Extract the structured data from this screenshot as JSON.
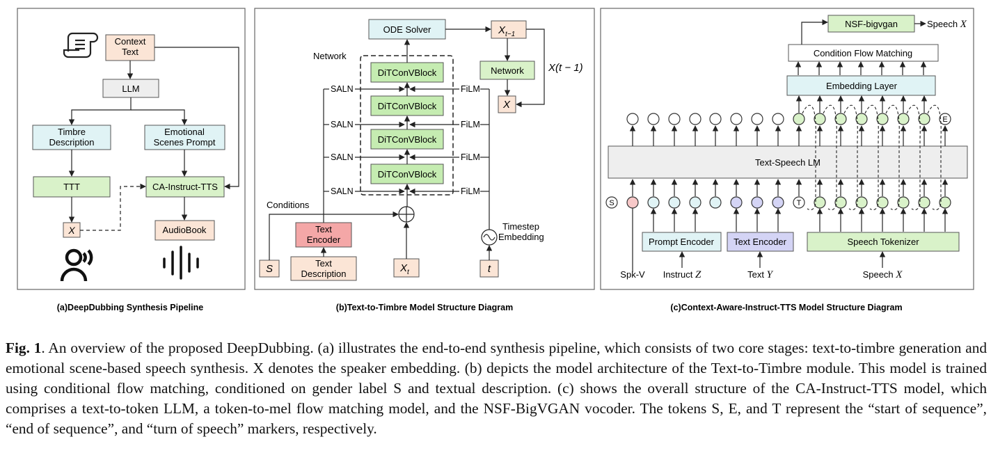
{
  "panel_a": {
    "caption": "(a)DeepDubbing Synthesis Pipeline",
    "context_text": "Context Text",
    "llm": "LLM",
    "timbre_description": "Timbre Description",
    "emotional_scenes_prompt": "Emotional Scenes Prompt",
    "ttt": "TTT",
    "ca_instruct_tts": "CA-Instruct-TTS",
    "x_label": "X",
    "audiobook": "AudioBook"
  },
  "panel_b": {
    "caption": "(b)Text-to-Timbre Model Structure Diagram",
    "ode_solver": "ODE Solver",
    "x_t_minus_1": "X",
    "x_t_minus_1_sub": "t−1",
    "network_label": "Network",
    "network_box": "Network",
    "x_box": "X",
    "x_t_minus_1_right": "X(t − 1)",
    "block_label": "DiTConVBlock",
    "saln": "SALN",
    "film": "FiLM",
    "conditions": "Conditions",
    "text_encoder": "Text Encoder",
    "timestep_embedding": "Timestep Embedding",
    "s_box": "S",
    "text_description": "Text Description",
    "xt_box": "X",
    "xt_sub": "t",
    "t_box": "t"
  },
  "panel_c": {
    "caption": "(c)Context-Aware-Instruct-TTS Model Structure Diagram",
    "nsf_bigvgan": "NSF-bigvgan",
    "speech_x_out": "Speech X",
    "condition_flow_matching": "Condition Flow Matching",
    "embedding_layer": "Embedding Layer",
    "text_speech_lm": "Text-Speech LM",
    "token_s": "S",
    "token_t": "T",
    "token_e": "E",
    "prompt_encoder": "Prompt Encoder",
    "text_encoder": "Text Encoder",
    "speech_tokenizer": "Speech Tokenizer",
    "spk_v": "Spk-V",
    "instruct_z": "Instruct Z",
    "text_y": "Text Y",
    "speech_x_in": "Speech X"
  },
  "figure_caption": {
    "label": "Fig. 1",
    "text": ". An overview of the proposed DeepDubbing. (a) illustrates the end-to-end synthesis pipeline, which consists of two core stages: text-to-timbre generation and emotional scene-based speech synthesis. X denotes the speaker embedding. (b) depicts the model architecture of the Text-to-Timbre module. This model is trained using conditional flow matching, conditioned on gender label S and textual description. (c) shows the overall structure of the CA-Instruct-TTS model, which comprises a text-to-token LLM, a token-to-mel flow matching model, and the NSF-BigVGAN vocoder. The tokens S, E, and T represent the “start of sequence”, “end of sequence”, and “turn of speech” markers, respectively."
  },
  "colors": {
    "peach": "#fbe5d6",
    "gray": "#eeeeee",
    "cyan": "#e0f3f5",
    "green": "#d9f2c9",
    "green_block": "#c5ecb1",
    "red": "#f4a7a7",
    "lavender": "#d4d4f5",
    "pink_token": "#f7c8c8"
  }
}
